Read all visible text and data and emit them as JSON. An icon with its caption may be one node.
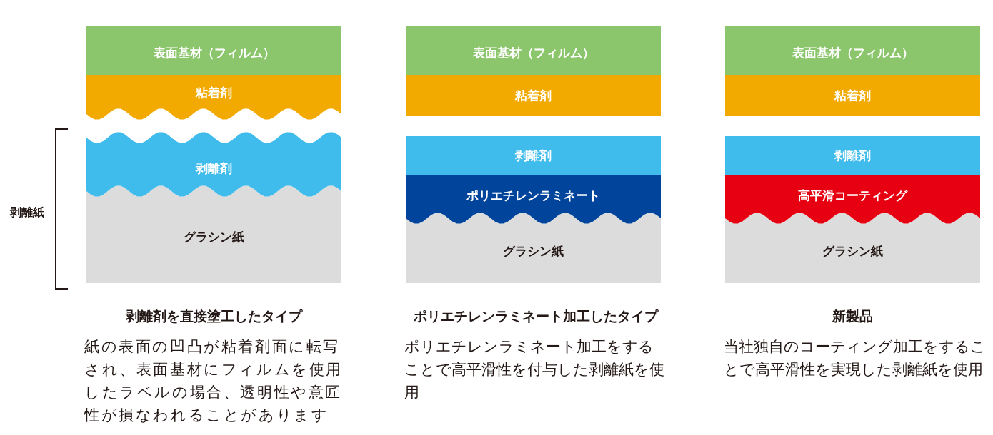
{
  "diagram": {
    "nodes": [
      {
        "text": [
          "表面基材（フィルム）"
        ]
      },
      {
        "text": [
          "粘着剤"
        ]
      },
      {
        "text": [
          "剥離剤"
        ]
      },
      {
        "text": [
          "グラシン紙"
        ]
      },
      {
        "text": [
          "表面基材（フィルム）"
        ]
      },
      {
        "text": [
          "粘着剤"
        ]
      },
      {
        "text": [
          "剥離剤"
        ]
      },
      {
        "text": [
          "ポリエチレンラミネート"
        ]
      },
      {
        "text": [
          "グラシン紙"
        ]
      },
      {
        "text": [
          "表面基材（フィルム）"
        ]
      },
      {
        "text": [
          "粘着剤"
        ]
      },
      {
        "text": [
          "剥離剤"
        ]
      },
      {
        "text": [
          "高平滑コーティング"
        ]
      },
      {
        "text": [
          "グラシン紙"
        ]
      }
    ],
    "labels": [
      "剥離紙",
      "剥離剤を直接塗工したタイプ",
      "紙の表面の凹凸が粘着剤面に転写され、表面基材にフィルムを使用したラベルの場合、透明性や意匠性が損なわれることがあります",
      "ポリエチレンラミネート加工したタイプ",
      "ポリエチレンラミネート加工をすることで高平滑性を付与した剥離紙を使用",
      "新製品",
      "当社独自のコーティング加工をすることで高平滑性を実現した剥離紙を使用"
    ]
  }
}
